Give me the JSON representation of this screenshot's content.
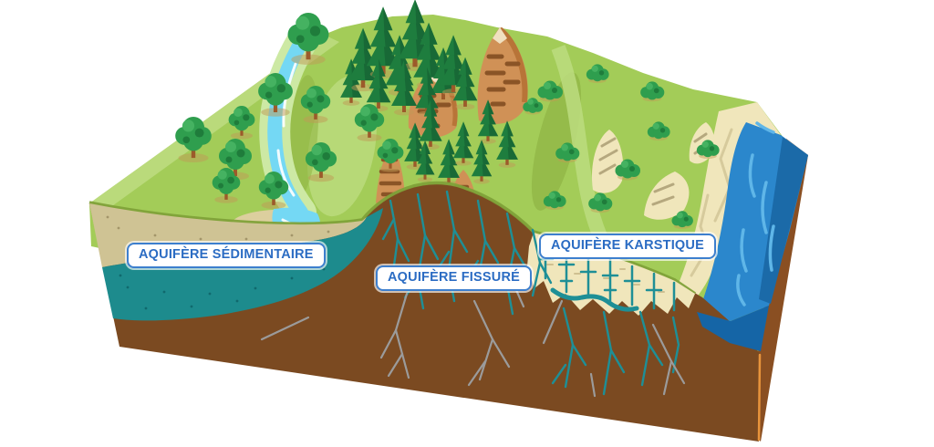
{
  "diagram": {
    "background": "#ffffff",
    "labels": {
      "sedimentaire": "AQUIFÈRE SÉDIMENTAIRE",
      "fissure": "AQUIFÈRE FISSURÉ",
      "karstique": "AQUIFÈRE KARSTIQUE"
    },
    "colors": {
      "label_blue": "#2b6cc3",
      "label_border": "#3d7fce",
      "grass": "#a3cc58",
      "grass_light": "#bcdc7f",
      "grass_pale": "#cde9a4",
      "grass_olive": "#8fb344",
      "grass_lip": "#7fa139",
      "bedrock": "#7b4a21",
      "side_brown": "#8a4f22",
      "sediment": "#cfc394",
      "sediment_dot": "#a3956a",
      "water_table": "#1d8b8d",
      "water_table_dot": "#10696d",
      "fissure_water": "#1e8f96",
      "fissure_dry": "#9b9b9b",
      "karst_rock": "#f0e6bb",
      "karst_shade": "#cfc091",
      "river_light": "#74d8f4",
      "river_blue": "#2b87cc",
      "river_streak": "#5fb6e8",
      "river_dark": "#1b6aa8",
      "river_deep": "#1565a6",
      "mountain_tan": "#d09156",
      "mountain_stripe": "#8a5426",
      "mountain_edge": "#b87438",
      "mountain_tip": "#f0e0c0",
      "edge_orange": "#e8943c"
    }
  }
}
